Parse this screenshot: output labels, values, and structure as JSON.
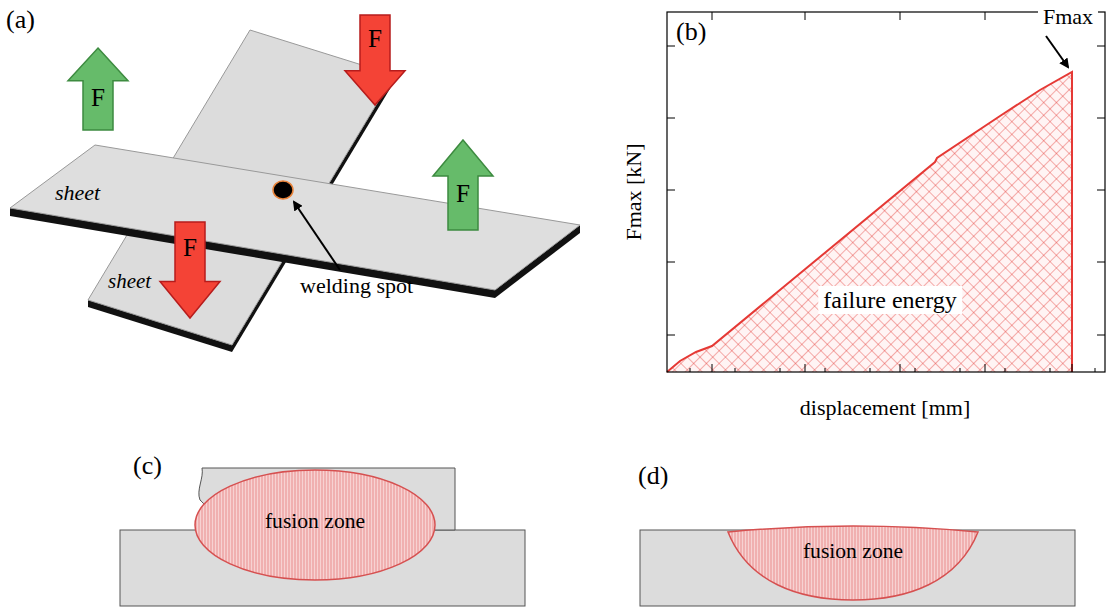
{
  "diagram": {
    "nodes": [
      {
        "text": [
          "F"
        ]
      },
      {
        "text": [
          "F"
        ]
      },
      {
        "text": [
          "F"
        ]
      },
      {
        "text": [
          "F"
        ]
      },
      {
        "text": [
          "fusion zone"
        ]
      },
      {
        "text": [
          "fusion zone"
        ]
      }
    ],
    "labels": [
      "(a)",
      "sheet",
      "sheet",
      "welding spot",
      "(b)",
      "Fmax",
      "Fmax [kN]",
      "displacement [mm]",
      "failure energy",
      "(c)",
      "(d)"
    ]
  }
}
